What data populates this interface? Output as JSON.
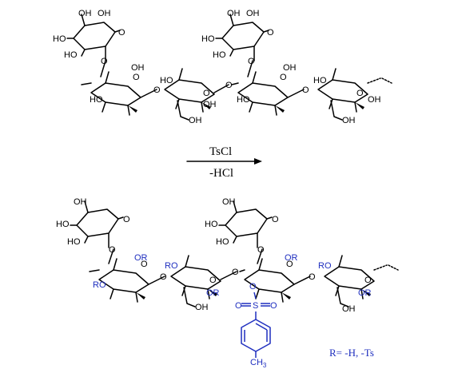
{
  "reaction": {
    "reagent": "TsCl",
    "byproduct": "-HCl"
  },
  "legend": {
    "r_definition": "R= -H, -Ts"
  },
  "atom_labels": {
    "oh": "OH",
    "ho": "HO",
    "o": "O",
    "ro": "RO",
    "or": "OR",
    "s": "S",
    "ch3": "CH",
    "ch3_sub": "3"
  },
  "colors": {
    "structure": "#000000",
    "modification": "#1f2fbf"
  }
}
